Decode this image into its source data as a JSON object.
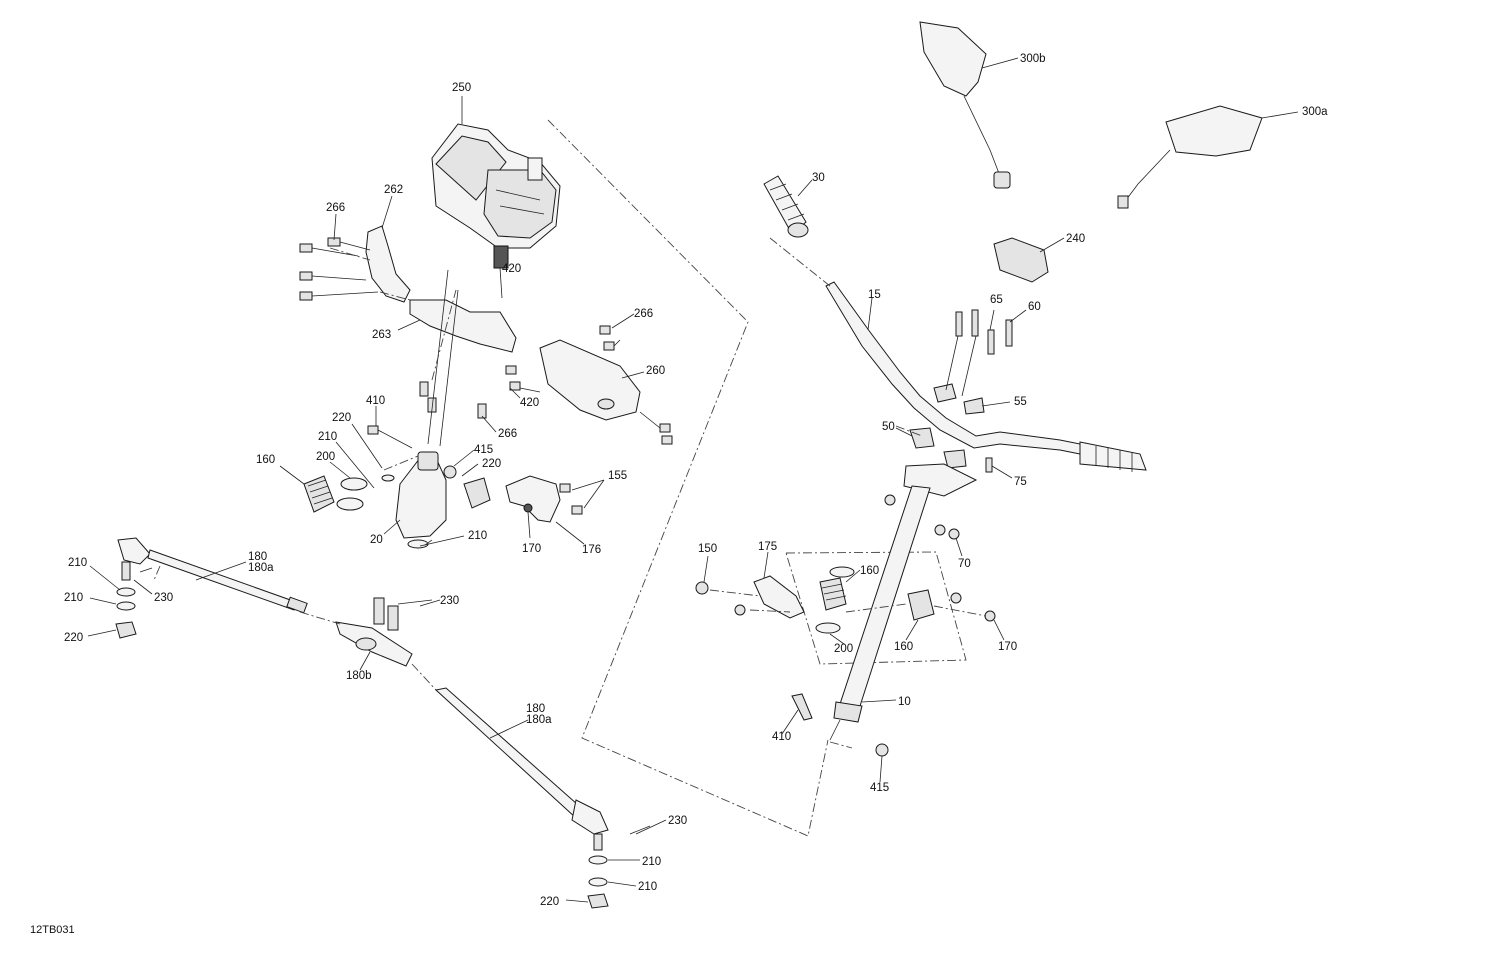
{
  "diagram": {
    "document_id": "12TB031",
    "callouts": [
      {
        "id": "c250",
        "text": "250"
      },
      {
        "id": "c262",
        "text": "262"
      },
      {
        "id": "c266a",
        "text": "266"
      },
      {
        "id": "c420a",
        "text": "420"
      },
      {
        "id": "c266b",
        "text": "266"
      },
      {
        "id": "c263",
        "text": "263"
      },
      {
        "id": "c260",
        "text": "260"
      },
      {
        "id": "c420b",
        "text": "420"
      },
      {
        "id": "c266c",
        "text": "266"
      },
      {
        "id": "c410a",
        "text": "410"
      },
      {
        "id": "c220a",
        "text": "220"
      },
      {
        "id": "c210a",
        "text": "210"
      },
      {
        "id": "c415a",
        "text": "415"
      },
      {
        "id": "c220b",
        "text": "220"
      },
      {
        "id": "c160a",
        "text": "160"
      },
      {
        "id": "c200a",
        "text": "200"
      },
      {
        "id": "c155",
        "text": "155"
      },
      {
        "id": "c20",
        "text": "20"
      },
      {
        "id": "c210b",
        "text": "210"
      },
      {
        "id": "c170a",
        "text": "170"
      },
      {
        "id": "c176",
        "text": "176"
      },
      {
        "id": "c300b",
        "text": "300b"
      },
      {
        "id": "c300a",
        "text": "300a"
      },
      {
        "id": "c30",
        "text": "30"
      },
      {
        "id": "c240",
        "text": "240"
      },
      {
        "id": "c15",
        "text": "15"
      },
      {
        "id": "c65",
        "text": "65"
      },
      {
        "id": "c60",
        "text": "60"
      },
      {
        "id": "c55",
        "text": "55"
      },
      {
        "id": "c50",
        "text": "50"
      },
      {
        "id": "c75",
        "text": "75"
      },
      {
        "id": "c70",
        "text": "70"
      },
      {
        "id": "c150",
        "text": "150"
      },
      {
        "id": "c175",
        "text": "175"
      },
      {
        "id": "c160b",
        "text": "160"
      },
      {
        "id": "c200b",
        "text": "200"
      },
      {
        "id": "c160c",
        "text": "160"
      },
      {
        "id": "c170b",
        "text": "170"
      },
      {
        "id": "c10",
        "text": "10"
      },
      {
        "id": "c410b",
        "text": "410"
      },
      {
        "id": "c415b",
        "text": "415"
      },
      {
        "id": "c210c",
        "text": "210"
      },
      {
        "id": "c210d",
        "text": "210"
      },
      {
        "id": "c220c",
        "text": "220"
      },
      {
        "id": "c230a",
        "text": "230"
      },
      {
        "id": "c180a",
        "text": "180"
      },
      {
        "id": "c180aa",
        "text": "180a"
      },
      {
        "id": "c230b",
        "text": "230"
      },
      {
        "id": "c180b",
        "text": "180b"
      },
      {
        "id": "c180c",
        "text": "180"
      },
      {
        "id": "c180ab",
        "text": "180a"
      },
      {
        "id": "c230c",
        "text": "230"
      },
      {
        "id": "c210e",
        "text": "210"
      },
      {
        "id": "c210f",
        "text": "210"
      },
      {
        "id": "c220d",
        "text": "220"
      }
    ]
  }
}
